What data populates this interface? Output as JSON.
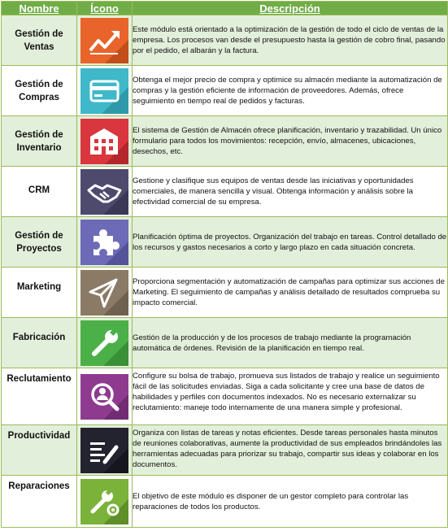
{
  "headers": {
    "name": "Nombre",
    "icon": "Ícono",
    "description": "Descripción"
  },
  "modules": [
    {
      "name": "Gestión de\nVentas",
      "icon": "trend-up-icon",
      "color": "#e8642a",
      "description": "Este módulo está orientado a la optimización de la gestión de todo el ciclo de ventas de la empresa. Los procesos van desde el presupuesto hasta la gestión de cobro final, pasando por el pedido, el albarán y la factura."
    },
    {
      "name": "Gestión de\nCompras",
      "icon": "credit-card-icon",
      "color": "#3fb8c9",
      "description": "Obtenga el mejor precio de compra y optimice su almacén mediante la automatización de compras y la gestión eficiente de información de proveedores. Además, ofrece seguimiento en tiempo real de pedidos y facturas."
    },
    {
      "name": "Gestión de\nInventario",
      "icon": "warehouse-icon",
      "color": "#d9363e",
      "description": "El sistema de Gestión de Almacén ofrece planificación, inventario y trazabilidad. Un único formulario para todos los movimientos: recepción, envío, almacenes, ubicaciones, desechos, etc."
    },
    {
      "name": "CRM",
      "icon": "handshake-icon",
      "color": "#4e4a6e",
      "description": "Gestione y clasifique sus equipos de ventas desde las iniciativas y oportunidades comerciales, de manera sencilla y visual. Obtenga información y análisis sobre la efectividad comercial de su empresa."
    },
    {
      "name": "Gestión de\nProyectos",
      "icon": "puzzle-icon",
      "color": "#6d6ab8",
      "description": "Planificación óptima de proyectos. Organización del trabajo en tareas. Control detallado de los recursos y gastos necesarios a corto y largo plazo en cada situación concreta."
    },
    {
      "name": "Marketing",
      "icon": "paper-plane-icon",
      "color": "#8a7a66",
      "description": "Proporciona segmentación y automatización de campañas para optimizar sus acciones de Marketing. El seguimiento de campañas y análisis detallado de resultados comprueba su impacto comercial."
    },
    {
      "name": "Fabricación",
      "icon": "wrench-icon",
      "color": "#4cb049",
      "description": "Gestión de la producción y de los procesos de trabajo mediante la programación automática de órdenes. Revisión de la planificación en tiempo real."
    },
    {
      "name": "Reclutamiento",
      "icon": "search-user-icon",
      "color": "#8e3b8f",
      "description": "Configure su bolsa de trabajo, promueva sus listados de trabajo y realice un seguimiento fácil de las solicitudes enviadas. Siga a cada solicitante y cree una base de datos de habilidades y perfiles con documentos indexados. No es necesario externalizar su reclutamiento: maneje todo internamente de una manera simple y profesional."
    },
    {
      "name": "Productividad",
      "icon": "notes-pencil-icon",
      "color": "#23232f",
      "description": "Organiza con listas de tareas y notas eficientes. Desde tareas personales hasta minutos de reuniones colaborativas, aumente la productividad de sus empleados brindándoles las herramientas adecuadas para priorizar su trabajo, compartir sus ideas y colaborar en los documentos."
    },
    {
      "name": "Reparaciones",
      "icon": "tools-gear-icon",
      "color": "#7bb23a",
      "description": "El objetivo de este módulo es disponer de un gestor completo para controlar las reparaciones de todos los productos."
    }
  ]
}
